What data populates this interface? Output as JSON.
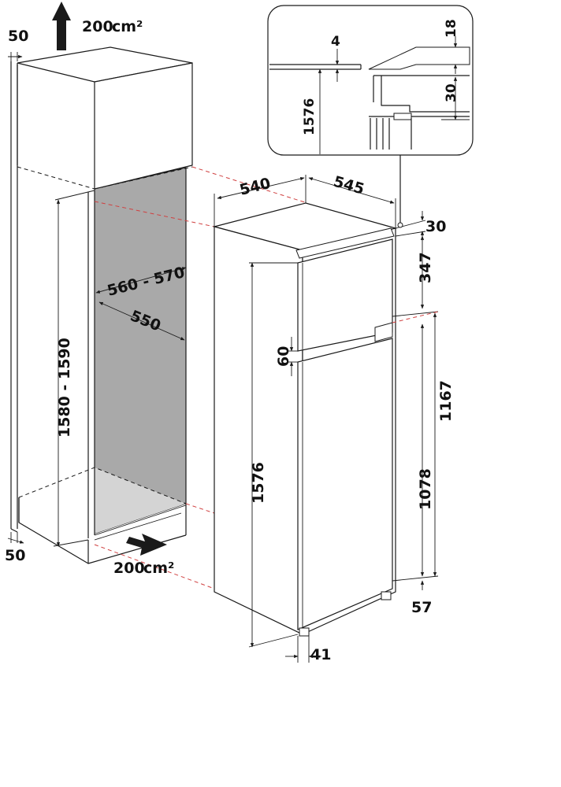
{
  "labels": {
    "vent_top_area": "200",
    "vent_top_unit": "cm²",
    "vent_bottom_area": "200",
    "vent_bottom_unit": "cm²",
    "gap_top": "50",
    "gap_bottom": "50",
    "niche_height": "1580 - 1590",
    "niche_width": "560 - 570",
    "niche_depth": "550",
    "appliance_width": "540",
    "appliance_depth": "545",
    "top_gap": "30",
    "upper_door": "347",
    "door_gap": "60",
    "appliance_height": "1576",
    "height_1167": "1167",
    "height_1078": "1078",
    "bottom_57": "57",
    "bottom_41": "41",
    "detail_4": "4",
    "detail_18": "18",
    "detail_30": "30",
    "detail_1576": "1576"
  },
  "colors": {
    "line": "#1a1a1a",
    "red_dash": "#d04040",
    "niche_back": "#a9a9a9",
    "niche_floor": "#dddddd",
    "panel": "#ffffff"
  }
}
